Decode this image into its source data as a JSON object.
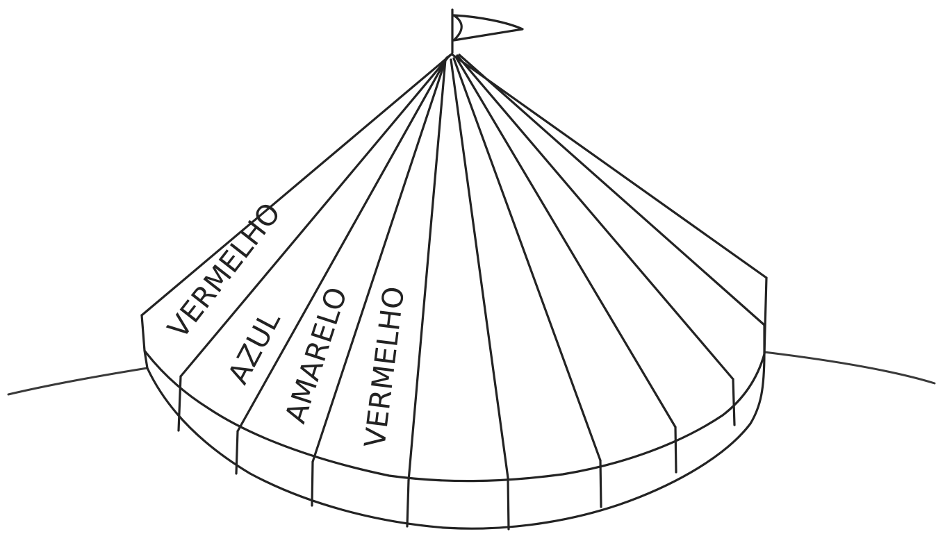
{
  "stripe_labels": [
    "VERMELHO",
    "AZUL",
    "AMARELO",
    "VERMELHO"
  ],
  "colors": {
    "ink": "#232323",
    "background": "#ffffff"
  }
}
